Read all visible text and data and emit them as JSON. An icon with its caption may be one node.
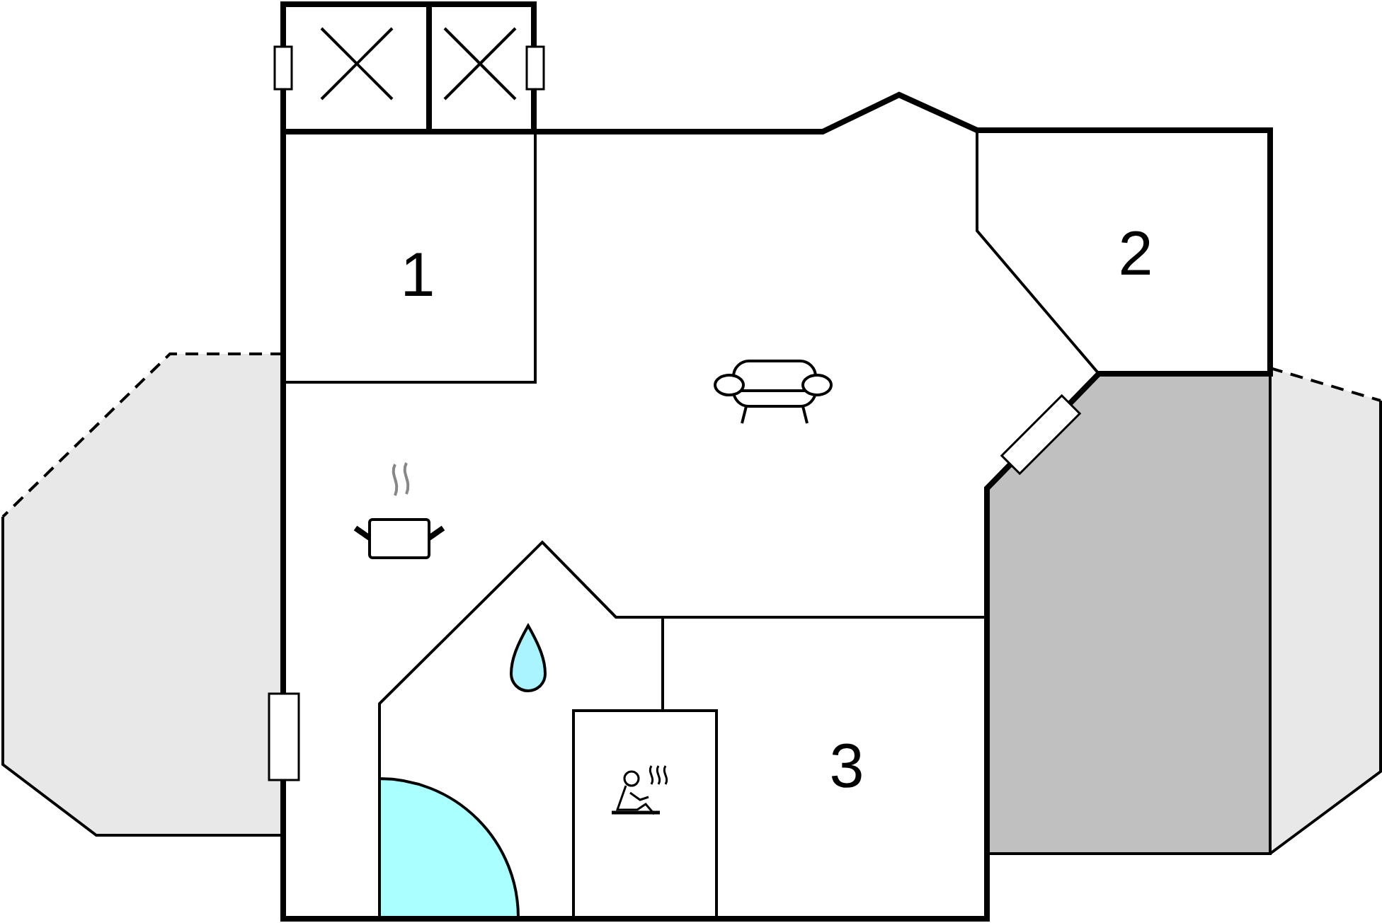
{
  "diagram": {
    "nodes": [
      {
        "text": [],
        "shape": "circle"
      }
    ],
    "labels": [
      "1",
      "2",
      "3"
    ]
  }
}
